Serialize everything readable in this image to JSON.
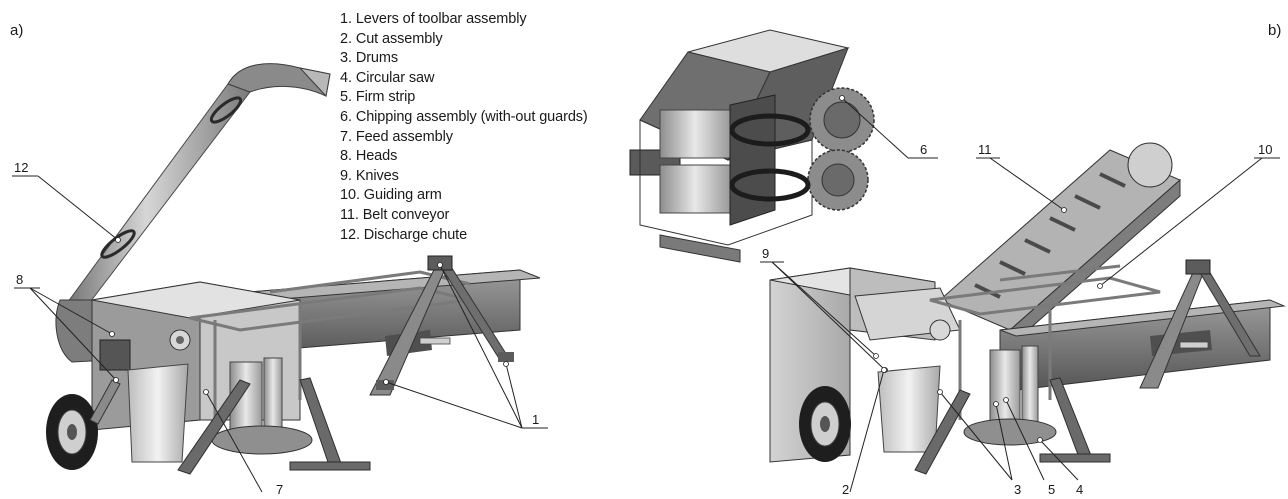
{
  "panels": [
    {
      "id": "a",
      "label": "a)"
    },
    {
      "id": "b",
      "label": "b)"
    }
  ],
  "legend": [
    {
      "number": "1",
      "text": "Levers of toolbar assembly"
    },
    {
      "number": "2",
      "text": "Cut assembly"
    },
    {
      "number": "3",
      "text": "Drums"
    },
    {
      "number": "4",
      "text": "Circular saw"
    },
    {
      "number": "5",
      "text": "Firm strip"
    },
    {
      "number": "6",
      "text": "Chipping assembly (with-out guards)"
    },
    {
      "number": "7",
      "text": "Feed assembly"
    },
    {
      "number": "8",
      "text": "Heads"
    },
    {
      "number": "9",
      "text": "Knives"
    },
    {
      "number": "10",
      "text": "Guiding arm"
    },
    {
      "number": "11",
      "text": "Belt conveyor"
    },
    {
      "number": "12",
      "text": "Discharge chute"
    }
  ],
  "callouts": {
    "a": [
      "12",
      "8",
      "1",
      "7"
    ],
    "b": [
      "6",
      "11",
      "10",
      "9",
      "2",
      "3",
      "5",
      "4"
    ]
  },
  "colors": {
    "metal_light": "#c9c9c9",
    "metal_mid": "#9a9a9a",
    "metal_dark": "#5e5e5e",
    "tire": "#1e1e1e",
    "leader_line": "#222222"
  }
}
